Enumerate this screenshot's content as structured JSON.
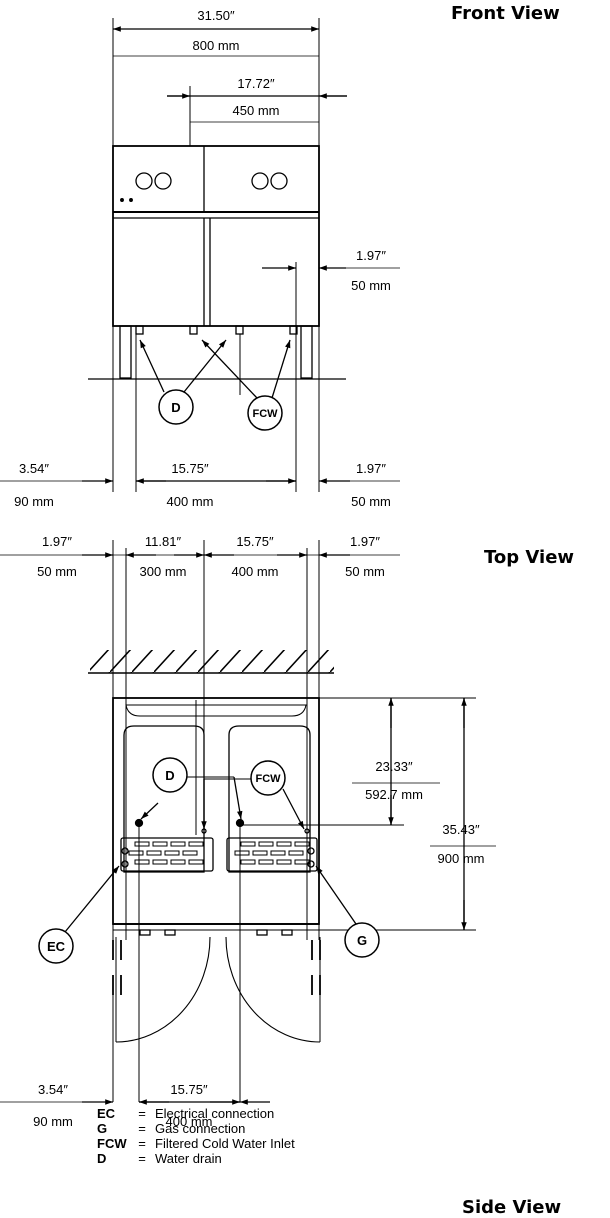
{
  "titles": {
    "front": "Front View",
    "top": "Top View",
    "side": "Side View"
  },
  "front": {
    "overall_width": {
      "in": "31.50″",
      "mm": "800 mm"
    },
    "half_width": {
      "in": "17.72″",
      "mm": "450 mm"
    },
    "fcw_offset": {
      "in": "1.97″",
      "mm": "50 mm"
    },
    "bottom_left": {
      "in": "3.54″",
      "mm": "90 mm"
    },
    "bottom_center": {
      "in": "15.75″",
      "mm": "400 mm"
    },
    "bottom_right": {
      "in": "1.97″",
      "mm": "50 mm"
    },
    "callouts": {
      "d": "D",
      "fcw": "FCW"
    }
  },
  "top": {
    "dims": [
      {
        "in": "1.97″",
        "mm": "50 mm"
      },
      {
        "in": "11.81″",
        "mm": "300 mm"
      },
      {
        "in": "15.75″",
        "mm": "400 mm"
      },
      {
        "in": "1.97″",
        "mm": "50 mm"
      }
    ],
    "depth_to_connections": {
      "in": "23.33″",
      "mm": "592.7 mm"
    },
    "overall_depth": {
      "in": "35.43″",
      "mm": "900 mm"
    },
    "bottom_left": {
      "in": "3.54″",
      "mm": "90 mm"
    },
    "bottom_center": {
      "in": "15.75″",
      "mm": "400 mm"
    },
    "callouts": {
      "d": "D",
      "fcw": "FCW",
      "ec": "EC",
      "g": "G"
    }
  },
  "legend": [
    {
      "code": "EC",
      "eq": "=",
      "desc": "Electrical connection"
    },
    {
      "code": "G",
      "eq": "=",
      "desc": "Gas connection"
    },
    {
      "code": "FCW",
      "eq": "=",
      "desc": "Filtered Cold Water Inlet"
    },
    {
      "code": "D",
      "eq": "=",
      "desc": "Water drain"
    }
  ]
}
